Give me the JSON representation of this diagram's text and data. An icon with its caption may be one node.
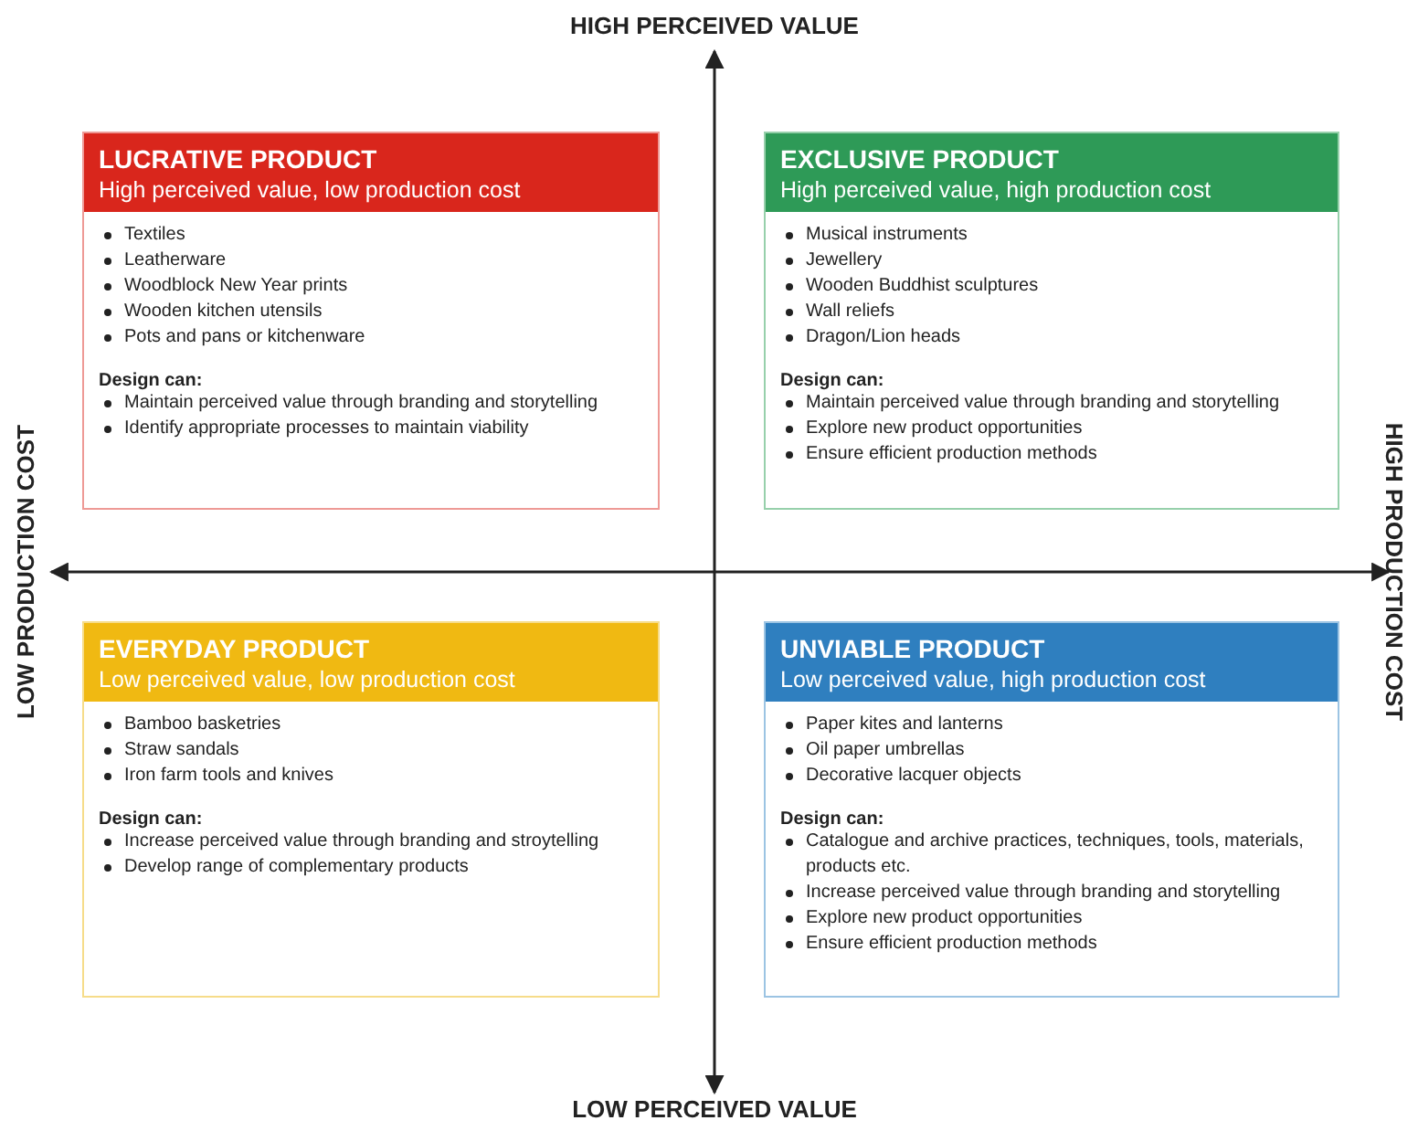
{
  "diagram": {
    "nodes": [
      {
        "text": [
          "LUCRATIVE PRODUCT",
          "High perceived value, low production cost",
          "Textiles",
          "Leatherware",
          "Woodblock New Year prints",
          "Wooden kitchen utensils",
          "Pots and pans or kitchenware",
          "Design can:",
          "Maintain perceived value through branding and storytelling",
          "Identify appropriate processes to maintain viability"
        ]
      },
      {
        "text": [
          "EXCLUSIVE PRODUCT",
          "High perceived value, high production cost",
          "Musical instruments",
          "Jewellery",
          "Wooden Buddhist sculptures",
          "Wall reliefs",
          "Dragon/Lion heads",
          "Design can:",
          "Maintain perceived value through branding and storytelling",
          "Explore new product opportunities",
          "Ensure efficient production methods"
        ]
      },
      {
        "text": [
          "EVERYDAY PRODUCT",
          "Low perceived value, low production cost",
          "Bamboo basketries",
          "Straw sandals",
          "Iron farm tools and knives",
          "Design can:",
          "Increase perceived value through branding and stroytelling",
          "Develop range of complementary products"
        ]
      },
      {
        "text": [
          "UNVIABLE PRODUCT",
          "Low perceived value, high production cost",
          "Paper kites and lanterns",
          "Oil paper umbrellas",
          "Decorative lacquer objects",
          "Design can:",
          "Catalogue and archive practices, techniques, tools, materials, products etc.",
          "Increase perceived value through branding and storytelling",
          "Explore new product opportunities",
          "Ensure efficient production methods"
        ]
      }
    ],
    "edges": [],
    "labels": [
      "HIGH PERCEIVED VALUE",
      "LOW PRODUCTION COST",
      "HIGH PRODUCTION COST",
      "LOW PERCEIVED VALUE"
    ]
  }
}
